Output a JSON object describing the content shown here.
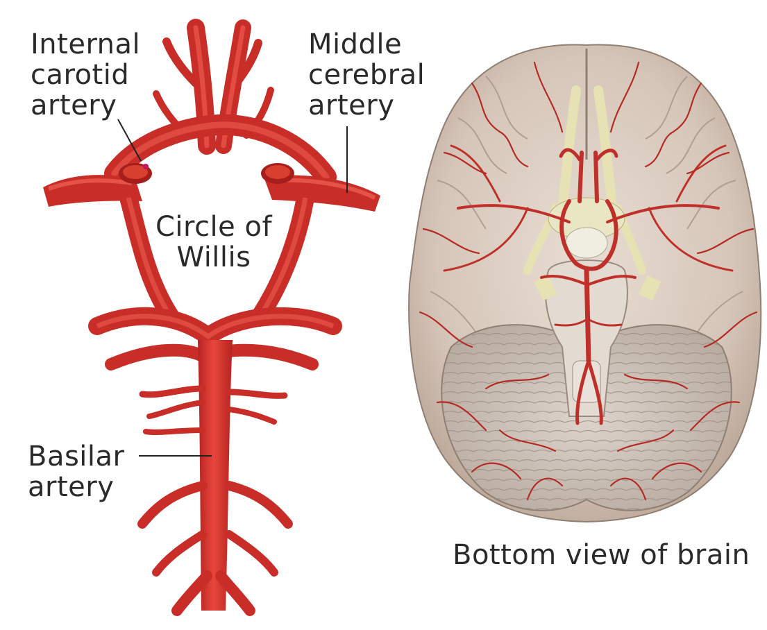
{
  "labels": {
    "internal_carotid": [
      "Internal",
      "carotid",
      "artery"
    ],
    "middle_cerebral": [
      "Middle",
      "cerebral",
      "artery"
    ],
    "circle_of_willis": [
      "Circle of",
      "Willis"
    ],
    "basilar": [
      "Basilar",
      "artery"
    ],
    "bottom_view": "Bottom view of brain"
  },
  "colors": {
    "artery": "#d9302c",
    "artery_dark": "#a61e1c",
    "artery_highlight": "#f07a6e",
    "brain_tissue": "#d9cbc0",
    "brain_shadow": "#b8a79a",
    "nerve": "#e6e2b4",
    "label_text": "#2a2a2a"
  }
}
